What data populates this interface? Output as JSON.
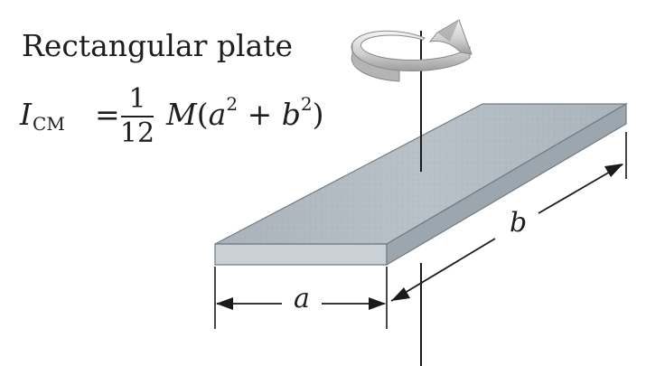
{
  "caption": {
    "title": "Rectangular plate",
    "formula_lhs_symbol": "I",
    "formula_lhs_subscript": "CM",
    "formula_equals": "=",
    "fraction_numerator": "1",
    "fraction_denominator": "12",
    "formula_mass": "M",
    "formula_open": "(",
    "formula_var_a": "a",
    "formula_exp_a": "2",
    "formula_plus": "+",
    "formula_var_b": "b",
    "formula_exp_b": "2",
    "formula_close": ")"
  },
  "dimensions": {
    "a_label": "a",
    "b_label": "b"
  },
  "colors": {
    "plate_top": "#b4bcc3",
    "plate_front": "#cad2d8",
    "plate_side": "#9aa4ac",
    "rotation_arrow": "#c8c8c8",
    "lines": "#1a1a1a"
  }
}
